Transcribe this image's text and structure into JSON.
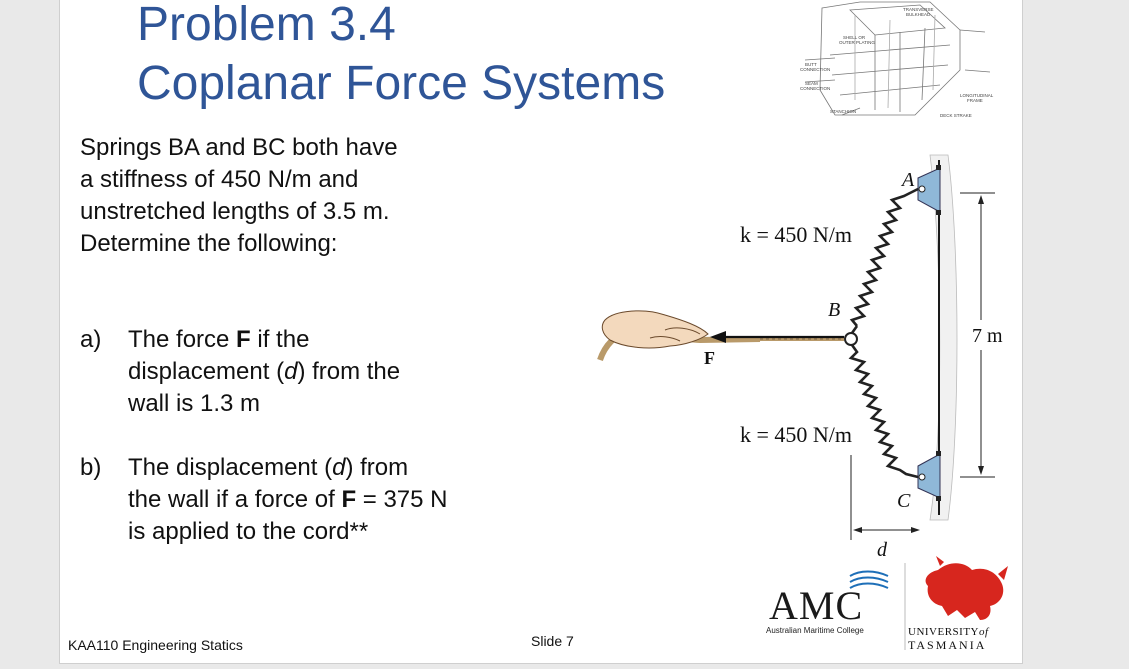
{
  "title": {
    "line1": "Problem 3.4",
    "line2": "Coplanar Force Systems"
  },
  "intro": "Springs BA and BC both have a stiffness of 450 N/m and unstretched lengths of 3.5 m. Determine the following:",
  "part_a": {
    "label": "a)",
    "text_1": "The force ",
    "text_bold": "F",
    "text_2": " if the displacement (",
    "text_italic": "d",
    "text_3": ") from the wall is 1.3 m"
  },
  "part_b": {
    "label": "b)",
    "text_1": "The displacement (",
    "text_italic": "d",
    "text_2": ") from the wall if a force of ",
    "text_bold": "F",
    "text_3": " = 375 N is applied to the cord**"
  },
  "footer": {
    "course": "KAA110 Engineering Statics",
    "slide": "Slide 7"
  },
  "figure": {
    "k_top": "k = 450 N/m",
    "k_bottom": "k = 450 N/m",
    "label_A": "A",
    "label_B": "B",
    "label_C": "C",
    "label_F": "F",
    "label_d": "d",
    "height_label": "7 m"
  },
  "ship_drawing": {
    "labels": [
      "TRANSVERSE BULKHEAD",
      "SHELL OR OUTER PLATING",
      "BUTT CONNECTION",
      "SEAM CONNECTION",
      "STANCHION",
      "LONGITUDINAL FRAME",
      "DECK STRAKE"
    ]
  },
  "logos": {
    "amc": "AMC",
    "amc_subtitle": "Australian Maritime College",
    "utas_line1": "UNIVERSITY",
    "utas_of": "of",
    "utas_line2": "TASMANIA"
  },
  "colors": {
    "title": "#2f5597",
    "lion_red": "#d7261e",
    "bracket_blue": "#8fb8d8",
    "rope": "#b99a6a",
    "amc_blue": "#1e6fb8"
  }
}
